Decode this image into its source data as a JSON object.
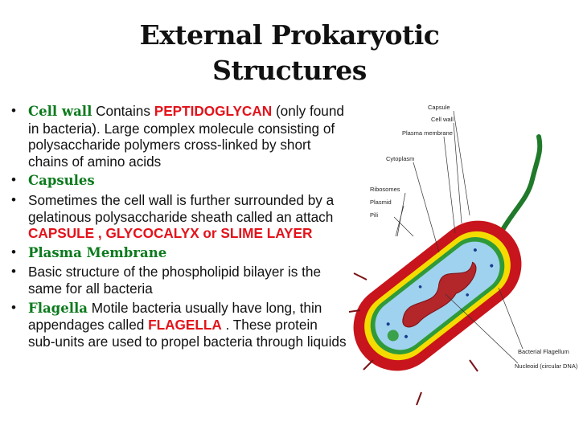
{
  "slide": {
    "title_line1": "External Prokaryotic",
    "title_line2": "Structures"
  },
  "bullets": {
    "b1": {
      "term": "Cell wall",
      "text1": " Contains ",
      "highlight": "PEPTIDOGLYCAN",
      "text2": " (only found in bacteria). Large complex molecule consisting of polysaccharide polymers cross-linked by short chains of amino acids"
    },
    "b2": {
      "term": "Capsules"
    },
    "b3": {
      "text1": "Sometimes the cell wall is further surrounded by a gelatinous polysaccharide sheath called an attach ",
      "highlight": "CAPSULE , GLYCOCALYX or SLIME LAYER"
    },
    "b4": {
      "term": "Plasma Membrane"
    },
    "b5": {
      "text": "Basic structure of the phospholipid bilayer is the same for all bacteria"
    },
    "b6": {
      "term": "Flagella",
      "text1": " Motile bacteria usually have long, thin appendages called ",
      "highlight": "FLAGELLA",
      "text2": " . These protein sub-units are used to propel bacteria through liquids"
    }
  },
  "diagram": {
    "labels": {
      "capsule": "Capsule",
      "cell_wall": "Cell wall",
      "plasma_membrane": "Plasma membrane",
      "cytoplasm": "Cytoplasm",
      "ribosomes": "Ribosomes",
      "plasmid": "Plasmid",
      "pili": "Pili",
      "flagellum": "Bacterial Flagellum",
      "nucleoid": "Nucleoid (circular DNA)"
    },
    "colors": {
      "capsule": "#c8141c",
      "cell_wall": "#f5dc00",
      "membrane": "#2f9a3a",
      "cytoplasm": "#9fd2ee",
      "nucleoid": "#b3262a",
      "flagellum": "#1f7a2a"
    }
  }
}
